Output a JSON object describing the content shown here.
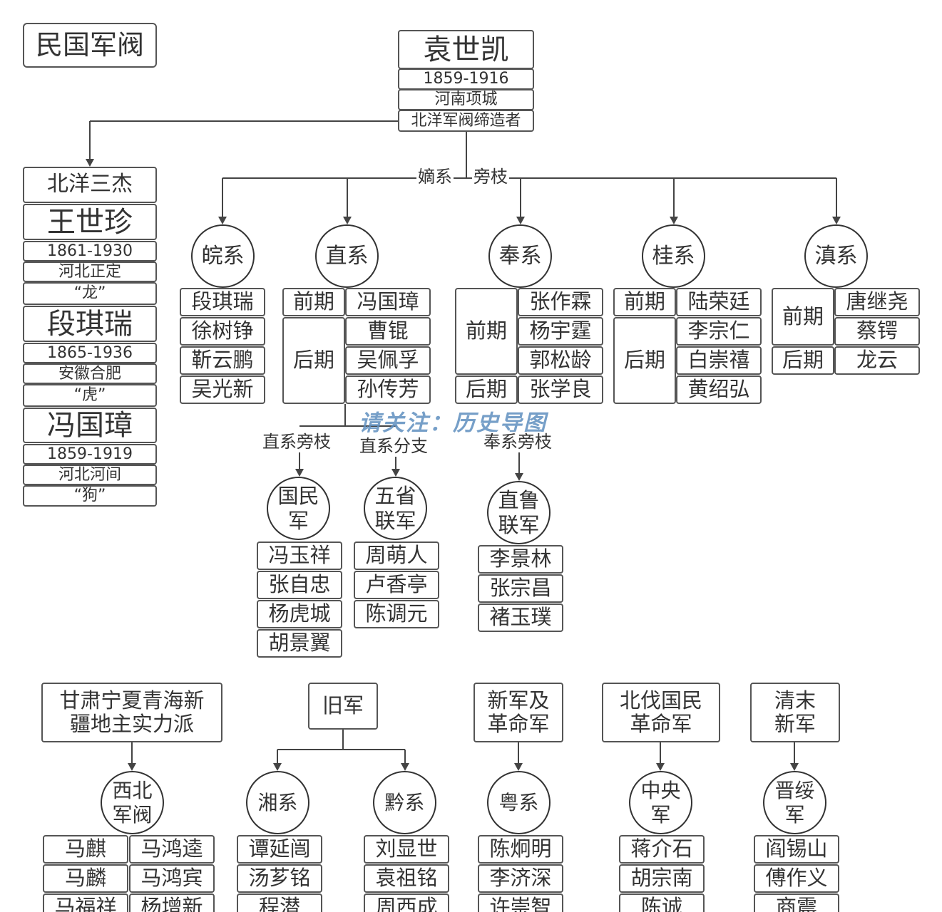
{
  "title": "民国军阀",
  "watermark": "请关注：历史导图",
  "root": {
    "name": "袁世凯",
    "years": "1859-1916",
    "origin": "河南项城",
    "desc": "北洋军阀缔造者"
  },
  "branch_labels": {
    "main": "嫡系",
    "side": "旁枝"
  },
  "beiyang_three": {
    "title": "北洋三杰",
    "members": [
      {
        "name": "王世珍",
        "years": "1861-1930",
        "origin": "河北正定",
        "nickname": "“龙”"
      },
      {
        "name": "段琪瑞",
        "years": "1865-1936",
        "origin": "安徽合肥",
        "nickname": "“虎”"
      },
      {
        "name": "冯国璋",
        "years": "1859-1919",
        "origin": "河北河间",
        "nickname": "“狗”"
      }
    ]
  },
  "factions": {
    "wan": {
      "name": "皖系",
      "members": [
        "段琪瑞",
        "徐树铮",
        "靳云鹏",
        "吴光新"
      ]
    },
    "zhi": {
      "name": "直系",
      "early_label": "前期",
      "late_label": "后期",
      "early": [
        "冯国璋"
      ],
      "late": [
        "曹锟",
        "吴佩孚",
        "孙传芳"
      ]
    },
    "feng": {
      "name": "奉系",
      "early_label": "前期",
      "late_label": "后期",
      "early": [
        "张作霖",
        "杨宇霆",
        "郭松龄"
      ],
      "late": [
        "张学良"
      ]
    },
    "gui": {
      "name": "桂系",
      "early_label": "前期",
      "late_label": "后期",
      "early": [
        "陆荣廷"
      ],
      "late": [
        "李宗仁",
        "白崇禧",
        "黄绍弘"
      ]
    },
    "dian": {
      "name": "滇系",
      "early_label": "前期",
      "late_label": "后期",
      "early": [
        "唐继尧",
        "蔡锷"
      ],
      "late": [
        "龙云"
      ]
    }
  },
  "sub_branches": {
    "guominjun": {
      "label": "直系旁枝",
      "name": "国民军",
      "members": [
        "冯玉祥",
        "张自忠",
        "杨虎城",
        "胡景翼"
      ]
    },
    "wusheng": {
      "label": "直系分支",
      "name": "五省联军",
      "members": [
        "周萌人",
        "卢香亭",
        "陈调元"
      ]
    },
    "zhilu": {
      "label": "奉系旁枝",
      "name": "直鲁联军",
      "members": [
        "李景林",
        "张宗昌",
        "褚玉璞"
      ]
    }
  },
  "bottom": {
    "northwest": {
      "header": "甘肃宁夏青海新疆地主实力派",
      "name": "西北军阀",
      "left": [
        "马麒",
        "马麟",
        "马福祥"
      ],
      "right": [
        "马鸿逵",
        "马鸿宾",
        "杨增新"
      ]
    },
    "old_army": {
      "header": "旧军",
      "xiang": {
        "name": "湘系",
        "members": [
          "谭延闿",
          "汤芗铭",
          "程潜"
        ]
      },
      "qian": {
        "name": "黔系",
        "members": [
          "刘显世",
          "袁祖铭",
          "周西成"
        ]
      }
    },
    "new_army": {
      "header": "新军及革命军",
      "name": "粤系",
      "members": [
        "陈炯明",
        "李济深",
        "许崇智"
      ]
    },
    "northern": {
      "header": "北伐国民革命军",
      "name": "中央军",
      "members": [
        "蒋介石",
        "胡宗南",
        "陈诚"
      ]
    },
    "qing_new": {
      "header": "清末新军",
      "name": "晋绥军",
      "members": [
        "阎锡山",
        "傅作义",
        "商震"
      ]
    }
  }
}
